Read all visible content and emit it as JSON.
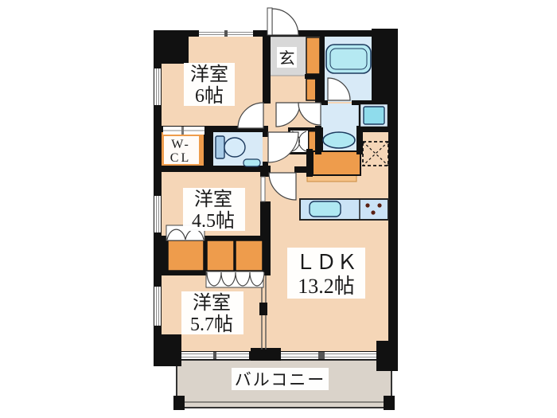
{
  "page": {
    "type": "real-estate-floor-plan",
    "units": "帖 (tatami mats)"
  },
  "labels": {
    "room_west_6": {
      "line1": "洋室",
      "line2": "6帖"
    },
    "entrance": {
      "text": "玄"
    },
    "walk_in_closet": {
      "line1": "W-",
      "line2": "CL"
    },
    "room_west_45": {
      "line1": "洋室",
      "line2": "4.5帖"
    },
    "ldk": {
      "line1": "ＬＤＫ",
      "line2": "13.2帖"
    },
    "room_west_57": {
      "line1": "洋室",
      "line2": "5.7帖"
    },
    "balcony": {
      "text": "バルコニー"
    }
  },
  "fixtures": [
    "bathtub",
    "bathroom-door",
    "washbasin",
    "washing-machine-pan",
    "toilet",
    "hand-basin",
    "kitchen-sink",
    "gas-stove-burners",
    "refrigerator-space",
    "kitchen-cabinet",
    "shoe-cabinet",
    "folding-closet-doors",
    "entrance-door-swing"
  ],
  "colors": {
    "floor_peach": "#F5D6B7",
    "accent_orange": "#EE9C4C",
    "accent_orange_light": "#F6C287",
    "entry_gray": "#D8D8D8",
    "balcony_gray": "#DAD3CA",
    "wet_area_blue": "#D8EAF7",
    "fixture_cyan": "#AFE8F2",
    "basin_cyan": "#8FDCEC",
    "counter_blue": "#CBE3F6",
    "wall_black": "#111111",
    "burner_brown": "#5A2012"
  }
}
